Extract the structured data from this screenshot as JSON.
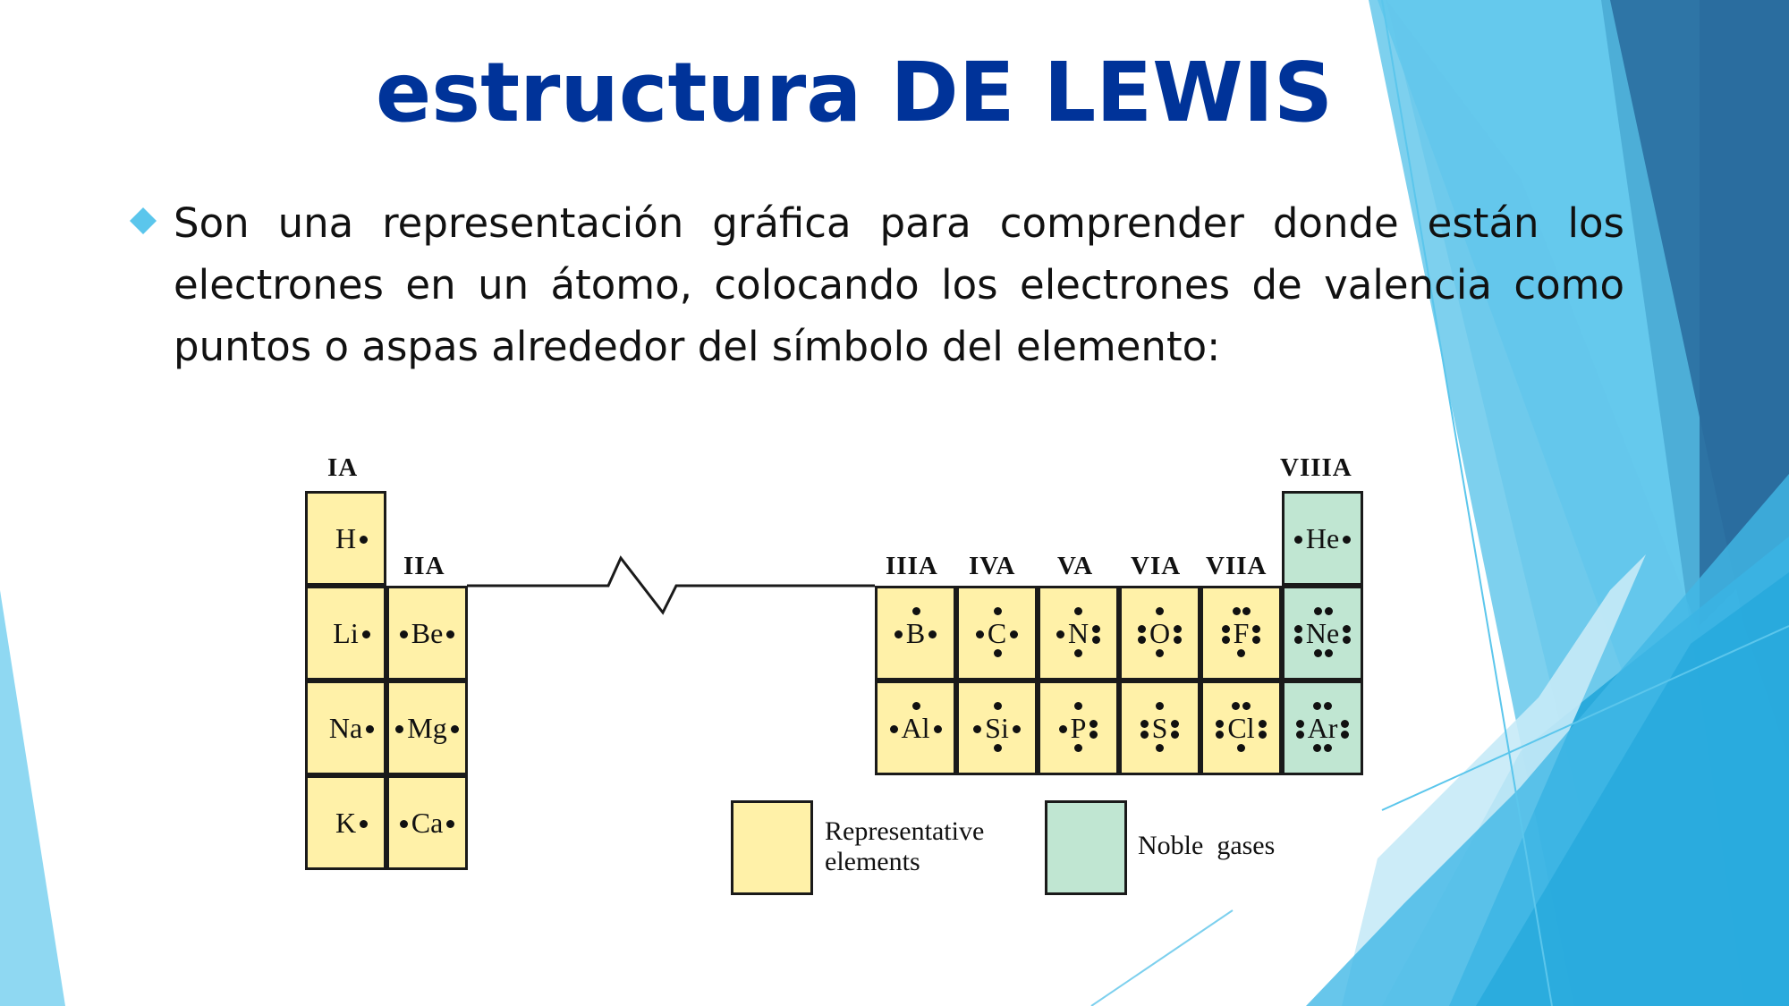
{
  "slide": {
    "title": "estructura DE LEWIS",
    "bullet_icon": "diamond-bullet-icon",
    "body": "Son una representación gráfica para comprender donde están los electrones en un átomo, colocando los electrones de valencia como puntos o aspas alrededor del símbolo del elemento:",
    "colors": {
      "title": "#003399",
      "bullet": "#5BC6EC",
      "representative": "#FFF1A8",
      "noble": "#C0E6D2"
    }
  },
  "diagram": {
    "groups": [
      "IA",
      "IIA",
      "IIIA",
      "IVA",
      "VA",
      "VIA",
      "VIIA",
      "VIIIA"
    ],
    "elements": [
      {
        "symbol": "H",
        "group": "IA",
        "period": 1,
        "valence": 1,
        "type": "representative"
      },
      {
        "symbol": "He",
        "group": "VIIIA",
        "period": 1,
        "valence": 2,
        "type": "noble"
      },
      {
        "symbol": "Li",
        "group": "IA",
        "period": 2,
        "valence": 1,
        "type": "representative"
      },
      {
        "symbol": "Be",
        "group": "IIA",
        "period": 2,
        "valence": 2,
        "type": "representative"
      },
      {
        "symbol": "B",
        "group": "IIIA",
        "period": 2,
        "valence": 3,
        "type": "representative"
      },
      {
        "symbol": "C",
        "group": "IVA",
        "period": 2,
        "valence": 4,
        "type": "representative"
      },
      {
        "symbol": "N",
        "group": "VA",
        "period": 2,
        "valence": 5,
        "type": "representative"
      },
      {
        "symbol": "O",
        "group": "VIA",
        "period": 2,
        "valence": 6,
        "type": "representative"
      },
      {
        "symbol": "F",
        "group": "VIIA",
        "period": 2,
        "valence": 7,
        "type": "representative"
      },
      {
        "symbol": "Ne",
        "group": "VIIIA",
        "period": 2,
        "valence": 8,
        "type": "noble"
      },
      {
        "symbol": "Na",
        "group": "IA",
        "period": 3,
        "valence": 1,
        "type": "representative"
      },
      {
        "symbol": "Mg",
        "group": "IIA",
        "period": 3,
        "valence": 2,
        "type": "representative"
      },
      {
        "symbol": "Al",
        "group": "IIIA",
        "period": 3,
        "valence": 3,
        "type": "representative"
      },
      {
        "symbol": "Si",
        "group": "IVA",
        "period": 3,
        "valence": 4,
        "type": "representative"
      },
      {
        "symbol": "P",
        "group": "VA",
        "period": 3,
        "valence": 5,
        "type": "representative"
      },
      {
        "symbol": "S",
        "group": "VIA",
        "period": 3,
        "valence": 6,
        "type": "representative"
      },
      {
        "symbol": "Cl",
        "group": "VIIA",
        "period": 3,
        "valence": 7,
        "type": "representative"
      },
      {
        "symbol": "Ar",
        "group": "VIIIA",
        "period": 3,
        "valence": 8,
        "type": "noble"
      },
      {
        "symbol": "K",
        "group": "IA",
        "period": 4,
        "valence": 1,
        "type": "representative"
      },
      {
        "symbol": "Ca",
        "group": "IIA",
        "period": 4,
        "valence": 2,
        "type": "representative"
      }
    ],
    "legend": [
      {
        "label_line1": "Representative",
        "label_line2": "elements",
        "color": "#FFF1A8"
      },
      {
        "label_line1": "Noble  gases",
        "label_line2": "",
        "color": "#C0E6D2"
      }
    ]
  }
}
